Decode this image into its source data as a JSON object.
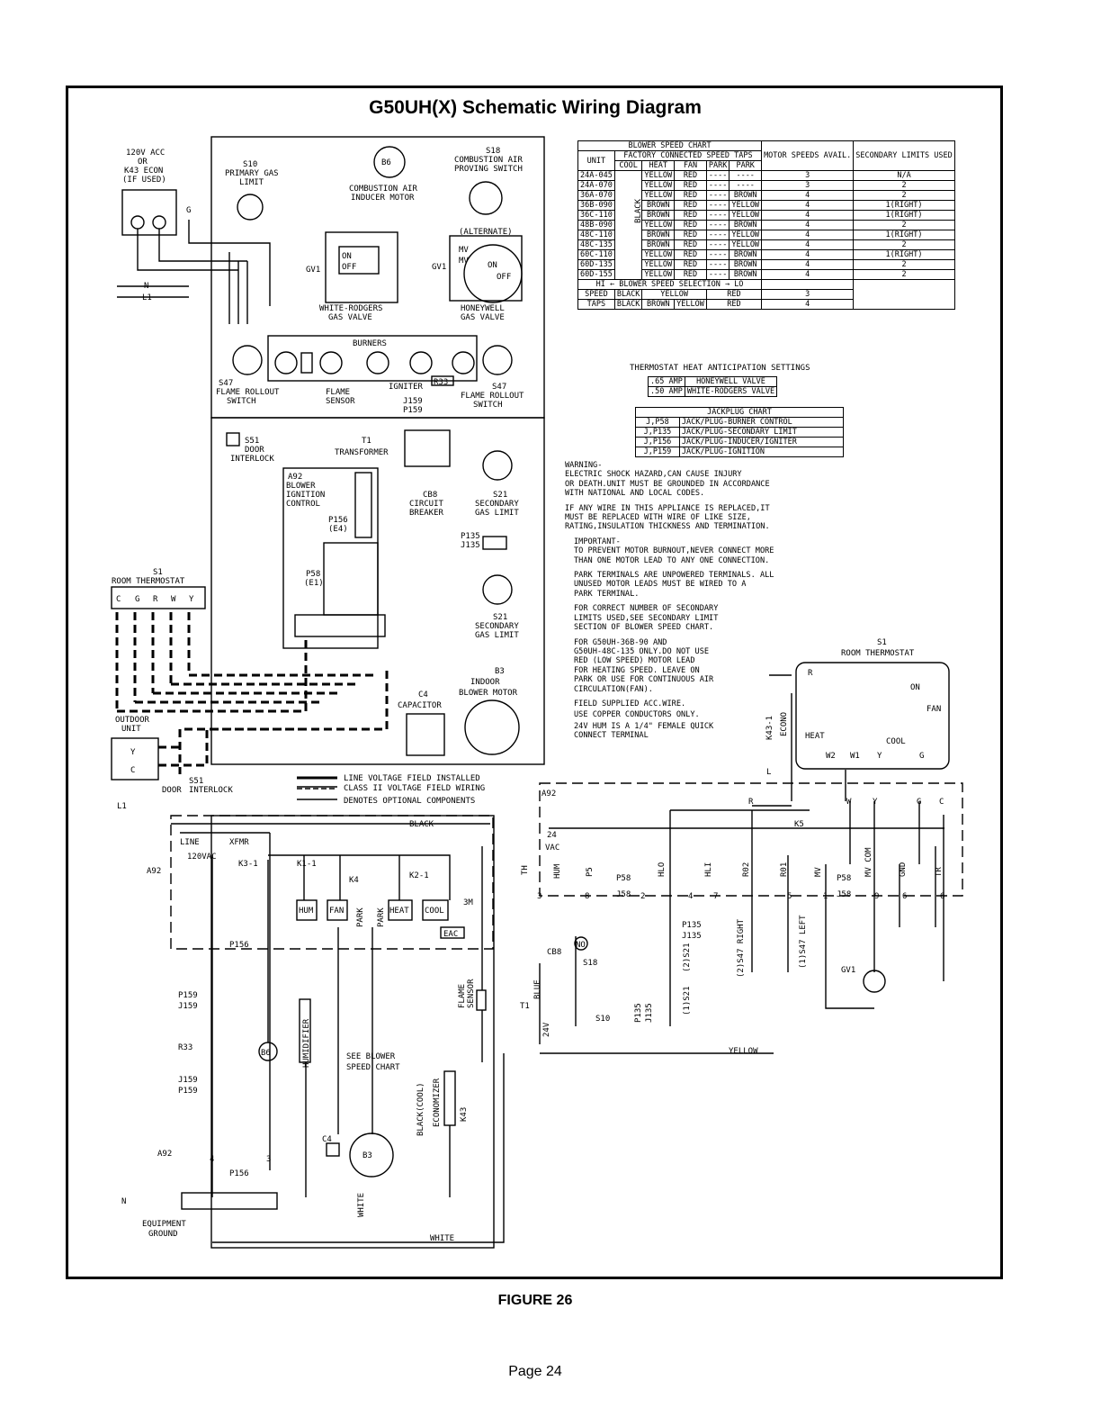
{
  "title": "G50UH(X) Schematic Wiring Diagram",
  "figure_caption": "FIGURE 26",
  "page_label": "Page 24",
  "blower_chart": {
    "title": "BLOWER SPEED CHART",
    "factory_header": "FACTORY CONNECTED SPEED TAPS",
    "motor_header": "MOTOR SPEEDS AVAIL.",
    "secondary_header": "SECONDARY LIMITS USED",
    "col_unit": "UNIT",
    "col_cool": "COOL",
    "col_heat": "HEAT",
    "col_fan": "FAN",
    "col_park1": "PARK",
    "col_park2": "PARK",
    "cool_value": "BLACK",
    "rows": [
      [
        "24A-045",
        "YELLOW",
        "RED",
        "----",
        "----",
        "3",
        "N/A"
      ],
      [
        "24A-070",
        "YELLOW",
        "RED",
        "----",
        "----",
        "3",
        "2"
      ],
      [
        "36A-070",
        "YELLOW",
        "RED",
        "----",
        "BROWN",
        "4",
        "2"
      ],
      [
        "36B-090",
        "BROWN",
        "RED",
        "----",
        "YELLOW",
        "4",
        "1(RIGHT)"
      ],
      [
        "36C-110",
        "BROWN",
        "RED",
        "----",
        "YELLOW",
        "4",
        "1(RIGHT)"
      ],
      [
        "48B-090",
        "YELLOW",
        "RED",
        "----",
        "BROWN",
        "4",
        "2"
      ],
      [
        "48C-110",
        "BROWN",
        "RED",
        "----",
        "YELLOW",
        "4",
        "1(RIGHT)"
      ],
      [
        "48C-135",
        "BROWN",
        "RED",
        "----",
        "YELLOW",
        "4",
        "2"
      ],
      [
        "60C-110",
        "YELLOW",
        "RED",
        "----",
        "BROWN",
        "4",
        "1(RIGHT)"
      ],
      [
        "60D-135",
        "YELLOW",
        "RED",
        "----",
        "BROWN",
        "4",
        "2"
      ],
      [
        "60D-155",
        "YELLOW",
        "RED",
        "----",
        "BROWN",
        "4",
        "2"
      ]
    ],
    "selection_title": "BLOWER SPEED SELECTION",
    "hi": "HI",
    "lo": "LO",
    "speed_taps_label1": "SPEED",
    "speed_taps_label2": "TAPS",
    "taps_row1": [
      "BLACK",
      "YELLOW",
      "RED",
      "3"
    ],
    "taps_row2": [
      "BLACK",
      "BROWN",
      "YELLOW",
      "RED",
      "4"
    ]
  },
  "anticipation": {
    "title": "THERMOSTAT HEAT ANTICIPATION SETTINGS",
    "rows": [
      [
        ".65 AMP",
        "HONEYWELL VALVE"
      ],
      [
        ".50 AMP",
        "WHITE-RODGERS VALVE"
      ]
    ]
  },
  "jackplug": {
    "title": "JACKPLUG CHART",
    "rows": [
      [
        "J,P58",
        "JACK/PLUG-BURNER CONTROL"
      ],
      [
        "J,P135",
        "JACK/PLUG-SECONDARY LIMIT"
      ],
      [
        "J,P156",
        "JACK/PLUG-INDUCER/IGNITER"
      ],
      [
        "J,P159",
        "JACK/PLUG-IGNITION"
      ]
    ]
  },
  "notes": {
    "warning": "WARNING-\nELECTRIC SHOCK HAZARD,CAN CAUSE INJURY\nOR DEATH.UNIT MUST BE GROUNDED IN ACCORDANCE\nWITH NATIONAL AND LOCAL CODES.",
    "replace": "IF ANY WIRE IN THIS APPLIANCE IS REPLACED,IT\nMUST BE REPLACED WITH WIRE OF LIKE SIZE,\nRATING,INSULATION THICKNESS AND TERMINATION.",
    "n1": "IMPORTANT-\nTO PREVENT MOTOR BURNOUT,NEVER CONNECT MORE\nTHAN ONE MOTOR LEAD TO ANY ONE CONNECTION.",
    "n2": "PARK TERMINALS ARE UNPOWERED TERMINALS. ALL\nUNUSED MOTOR LEADS MUST BE WIRED TO A\nPARK TERMINAL.",
    "n3": "FOR CORRECT NUMBER OF SECONDARY\nLIMITS USED,SEE SECONDARY LIMIT\nSECTION OF BLOWER SPEED CHART.",
    "n4": "FOR G50UH-36B-90 AND\nG50UH-48C-135 ONLY.DO NOT USE\nRED (LOW SPEED) MOTOR LEAD\nFOR HEATING SPEED. LEAVE ON\nPARK OR USE FOR CONTINUOUS AIR\nCIRCULATION(FAN).",
    "n5": "FIELD SUPPLIED ACC.WIRE.",
    "n6": "USE COPPER CONDUCTORS ONLY.",
    "n7": "24V HUM IS A 1/4\" FEMALE QUICK\nCONNECT TERMINAL"
  },
  "legend": {
    "line": "LINE VOLTAGE FIELD INSTALLED",
    "class2": "CLASS II VOLTAGE FIELD WIRING",
    "optional": "DENOTES OPTIONAL COMPONENTS"
  },
  "labels": {
    "acc": "120V ACC",
    "or": "OR",
    "econ": "K43 ECON",
    "ifused": "(IF USED)",
    "g": "G",
    "n": "N",
    "l1": "L1",
    "s10": "S10",
    "primary": "PRIMARY GAS",
    "limit": "LIMIT",
    "b6": "B6",
    "inducer1": "COMBUSTION AIR",
    "inducer2": "INDUCER MOTOR",
    "s18": "S18",
    "proving1": "COMBUSTION AIR",
    "proving2": "PROVING SWITCH",
    "alternate": "(ALTERNATE)",
    "gv1": "GV1",
    "on": "ON",
    "off": "OFF",
    "mv": "MV",
    "wr1": "WHITE-RODGERS",
    "wr2": "GAS VALVE",
    "hw1": "HONEYWELL",
    "hw2": "GAS VALVE",
    "burners": "BURNERS",
    "s47": "S47",
    "rollout1": "FLAME ROLLOUT",
    "rollout2": "SWITCH",
    "flame1": "FLAME",
    "flame2": "SENSOR",
    "igniter": "IGNITER",
    "r33": "R33",
    "j159": "J159",
    "p159": "P159",
    "s51": "S51",
    "door": "DOOR",
    "interlock": "INTERLOCK",
    "t1": "T1",
    "transformer": "TRANSFORMER",
    "a92": "A92",
    "blower": "BLOWER",
    "ignition": "IGNITION",
    "control": "CONTROL",
    "p156": "P156",
    "e4": "(E4)",
    "p58": "P58",
    "e1": "(E1)",
    "cb8": "CB8",
    "circuit": "CIRCUIT",
    "breaker": "BREAKER",
    "s21": "S21",
    "secondary": "SECONDARY",
    "gaslimit": "GAS LIMIT",
    "p135": "P135",
    "j135": "J135",
    "room": "ROOM THERMOSTAT",
    "s1": "S1",
    "b3": "B3",
    "indoor": "INDOOR",
    "blowermotor": "BLOWER MOTOR",
    "c4": "C4",
    "capacitor": "CAPACITOR",
    "outdoor1": "OUTDOOR",
    "outdoor2": "UNIT",
    "t_c": "C",
    "t_g": "G",
    "t_r": "R",
    "t_w": "W",
    "t_y": "Y",
    "black": "BLACK",
    "white": "WHITE",
    "yellow": "YELLOW",
    "blue": "BLUE",
    "line": "LINE",
    "xfmr": "XFMR",
    "v120": "120VAC",
    "k31": "K3-1",
    "k11": "K1-1",
    "k4": "K4",
    "k21": "K2-1",
    "k5": "K5",
    "hum": "HUM",
    "fan": "FAN",
    "heat": "HEAT",
    "cool": "COOL",
    "park": "PARK",
    "eac": "EAC",
    "m3": "3M",
    "humidifier": "HUMIDIFIER",
    "seeblower1": "SEE BLOWER",
    "seeblower2": "SPEED CHART",
    "economizer": "ECONOMIZER",
    "blackcool": "BLACK(COOL)",
    "k43": "K43",
    "equip1": "EQUIPMENT",
    "equip2": "GROUND",
    "vac24": "24",
    "vac": "VAC",
    "v24": "24V",
    "th": "TH",
    "p5": "P5",
    "hlo": "HLO",
    "hli": "HLI",
    "r02": "R02",
    "r01": "R01",
    "mvt": "MV",
    "mvcom": "MV COM",
    "gnd": "GND",
    "tr": "TR",
    "j58": "J58",
    "k431": "K43-1",
    "econo": "ECONO",
    "w2": "W2",
    "w1": "W1",
    "right": "(2)S47 RIGHT",
    "left": "(1)S47 LEFT",
    "s21a": "(2)S21",
    "s21b": "(1)S21",
    "pin2": "2",
    "pin3": "3",
    "pin4": "4",
    "pin6": "6",
    "pin7": "7",
    "pin8": "8",
    "pin9": "9",
    "pin5": "5",
    "pin1": "1",
    "no": "NO",
    "ldash": "L"
  }
}
